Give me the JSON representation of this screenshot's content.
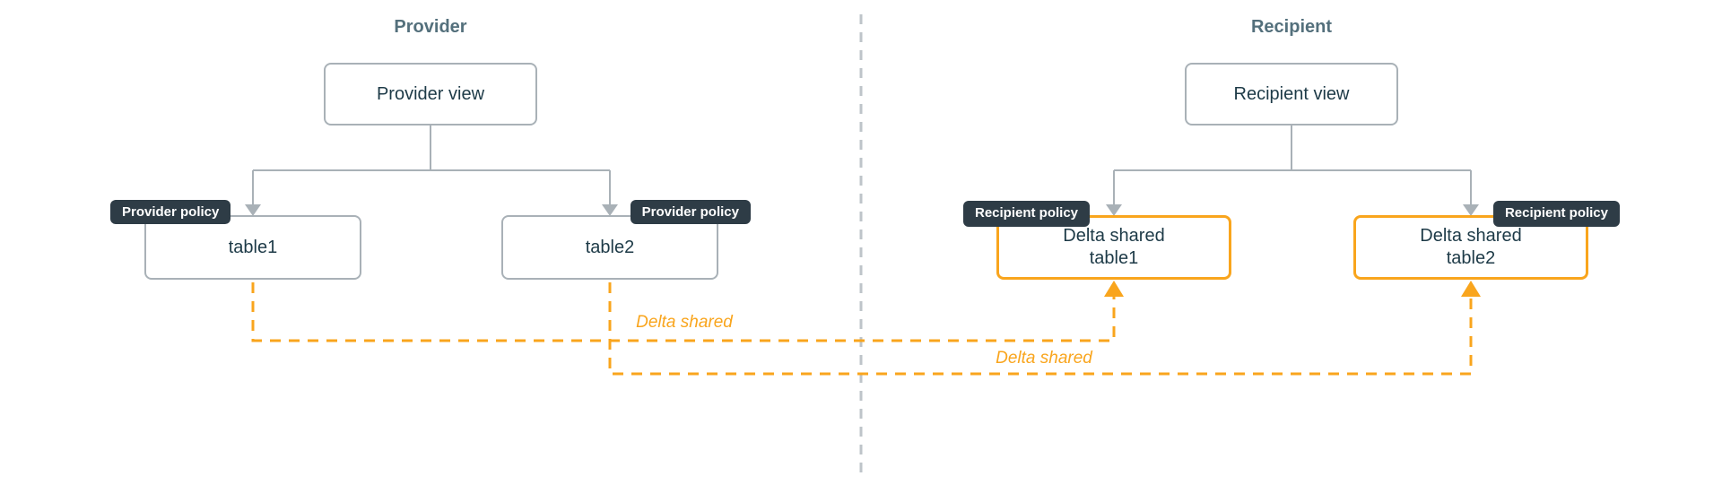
{
  "colors": {
    "orange": "#F9A51D",
    "line": "#A9B1B7",
    "divider": "#BEC4C9",
    "badge": "#2E3C46",
    "text": "#1D3A47",
    "title": "#54707C",
    "border": "#A9B1B7",
    "bg": "#FFFFFF"
  },
  "provider": {
    "title": "Provider",
    "view_label": "Provider view",
    "policy_label": "Provider policy",
    "tables": [
      {
        "label": "table1"
      },
      {
        "label": "table2"
      }
    ]
  },
  "recipient": {
    "title": "Recipient",
    "view_label": "Recipient view",
    "policy_label": "Recipient policy",
    "shared_tables": [
      {
        "line1": "Delta shared",
        "line2": "table1"
      },
      {
        "line1": "Delta shared",
        "line2": "table2"
      }
    ]
  },
  "flows": [
    {
      "label": "Delta shared"
    },
    {
      "label": "Delta shared"
    }
  ]
}
